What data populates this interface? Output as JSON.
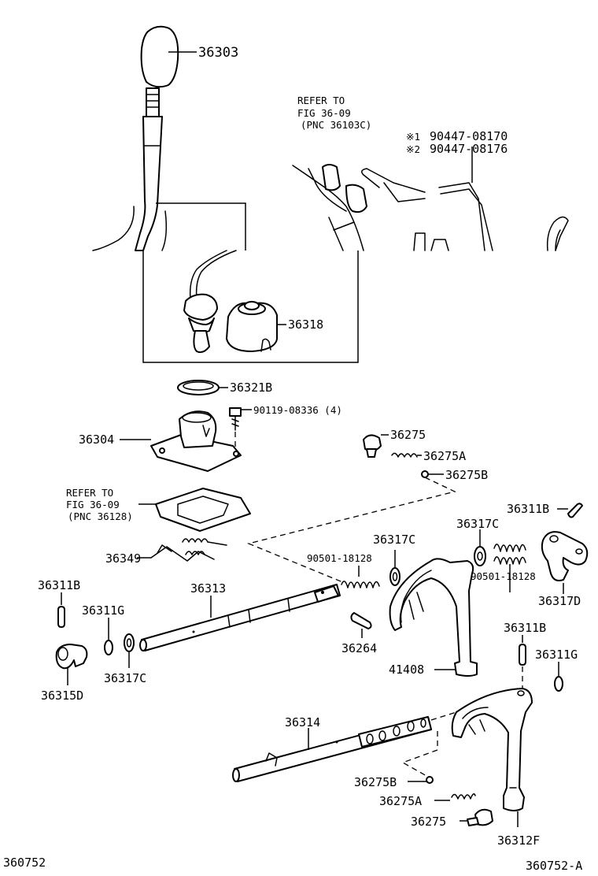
{
  "labels": {
    "p36303": "36303",
    "p36318": "36318",
    "p36321B": "36321B",
    "p90119": "90119-08336 (4)",
    "p36304": "36304",
    "p36275_top": "36275",
    "p36275A_top": "36275A",
    "p36275B_top": "36275B",
    "p36311B_right": "36311B",
    "p36317C_right": "36317C",
    "p36317C_mid": "36317C",
    "p90501_left": "90501-18128",
    "p90501_right": "90501-18128",
    "p36317D": "36317D",
    "p36349": "36349",
    "p36311B_left": "36311B",
    "p36313": "36313",
    "p36311G_left": "36311G",
    "p36264": "36264",
    "p41408": "41408",
    "p36317C_left": "36317C",
    "p36315D": "36315D",
    "p36311B_lower": "36311B",
    "p36311G_right": "36311G",
    "p36314": "36314",
    "p36275B_bot": "36275B",
    "p36275A_bot": "36275A",
    "p36275_bot": "36275",
    "p36312F": "36312F",
    "p90447_a": "90447-08170",
    "p90447_b": "90447-08176",
    "mark_a": "※1",
    "mark_b": "※2"
  },
  "references": {
    "ref_upper": {
      "line1": "REFER TO",
      "line2": "FIG 36-09",
      "line3": "(PNC 36103C)"
    },
    "ref_lower": {
      "line1": "REFER TO",
      "line2": "FIG 36-09",
      "line3": "(PNC 36128)"
    }
  },
  "footer": {
    "left_code": "360752",
    "right_code": "360752-A"
  }
}
